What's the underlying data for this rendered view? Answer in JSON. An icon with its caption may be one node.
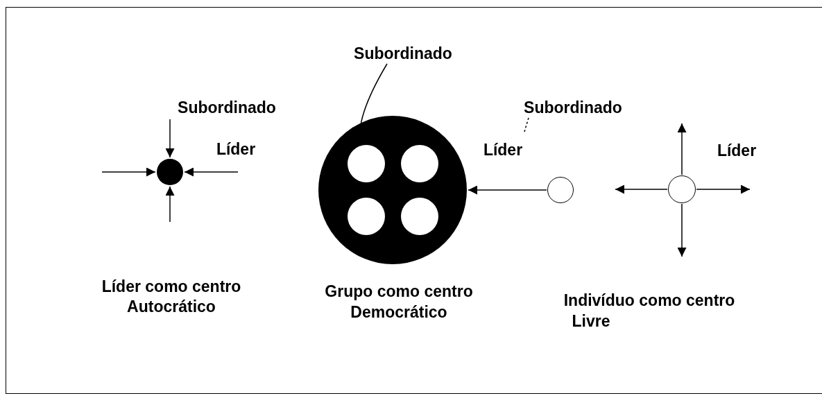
{
  "diagram": {
    "nodes": [
      {
        "text": [],
        "shape": "circle"
      },
      {
        "text": [],
        "shape": "circle"
      },
      {
        "text": [],
        "shape": "circle",
        "in": 1
      },
      {
        "text": [],
        "shape": "circle",
        "in": 1
      },
      {
        "text": [],
        "shape": "circle",
        "in": 1
      },
      {
        "text": [],
        "shape": "circle",
        "in": 1
      },
      {
        "text": [
          "Subordinado"
        ]
      },
      {
        "text": [],
        "shape": "circle"
      },
      {
        "text": [
          "Subordinado"
        ]
      },
      {
        "text": [],
        "shape": "circle"
      }
    ],
    "edges": [
      {
        "from": null,
        "to": 0,
        "arrow": "to"
      },
      {
        "from": null,
        "to": 0,
        "arrow": "to"
      },
      {
        "from": null,
        "to": 0,
        "arrow": "to"
      },
      {
        "from": null,
        "to": 0,
        "arrow": "to"
      },
      {
        "from": 6,
        "to": 2,
        "arrow": "none"
      },
      {
        "from": 7,
        "to": 1,
        "arrow": "to"
      },
      {
        "from": 8,
        "to": null,
        "arrow": "none",
        "style": "dashed"
      },
      {
        "from": 9,
        "to": null,
        "arrow": "to"
      },
      {
        "from": 9,
        "to": null,
        "arrow": "to"
      },
      {
        "from": 9,
        "to": null,
        "arrow": "to"
      },
      {
        "from": 9,
        "to": null,
        "arrow": "to"
      }
    ],
    "labels": [
      "Subordinado",
      "Líder",
      "Líder",
      "Líder",
      "Líder como centro",
      "Autocrático",
      "Grupo como centro",
      "Democrático",
      "Indivíduo como centro",
      "Livre"
    ]
  }
}
